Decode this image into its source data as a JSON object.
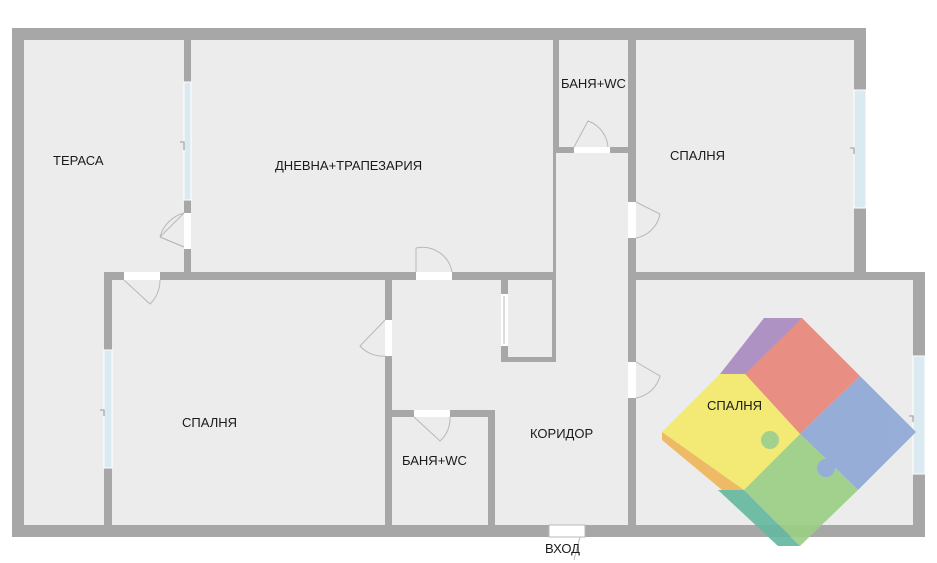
{
  "rooms": {
    "terrace": "ТЕРАСА",
    "living_dining": "ДНЕВНА+ТРАПЕЗАРИЯ",
    "bathroom_top": "БАНЯ+WC",
    "bedroom_top_right": "СПАЛНЯ",
    "bedroom_bottom_left": "СПАЛНЯ",
    "bathroom_bottom": "БАНЯ+WC",
    "corridor": "КОРИДОР",
    "bedroom_bottom_right": "СПАЛНЯ",
    "entrance": "ВХОД"
  },
  "colors": {
    "wall": "#a7a7a7",
    "floor": "#ececec",
    "window_glass": "#dbe9f1",
    "puzzle_red": "#e8877a",
    "puzzle_blue": "#8fa9d6",
    "puzzle_yellow": "#f4ea6c",
    "puzzle_green": "#9ccf86",
    "puzzle_purple": "#a98bc0",
    "puzzle_teal": "#66b8a0",
    "puzzle_orange": "#f0b65a"
  },
  "logo": {
    "icon": "puzzle-logo-icon"
  }
}
